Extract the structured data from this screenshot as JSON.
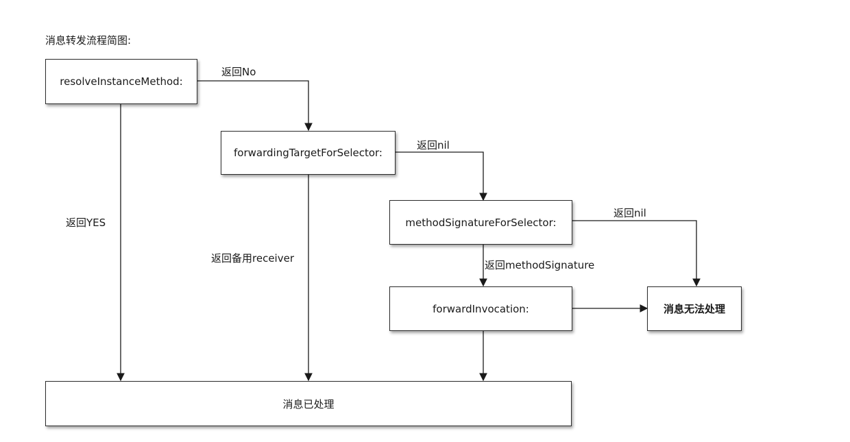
{
  "title": "消息转发流程简图:",
  "nodes": {
    "resolve": "resolveInstanceMethod:",
    "forwarding_target": "forwardingTargetForSelector:",
    "method_signature": "methodSignatureForSelector:",
    "forward_invocation": "forwardInvocation:",
    "unhandled": "消息无法处理",
    "handled": "消息已处理"
  },
  "edges": {
    "resolve_no": "返回No",
    "resolve_yes": "返回YES",
    "target_nil": "返回nil",
    "target_receiver": "返回备用receiver",
    "signature_nil": "返回nil",
    "signature_ok": "返回methodSignature"
  }
}
